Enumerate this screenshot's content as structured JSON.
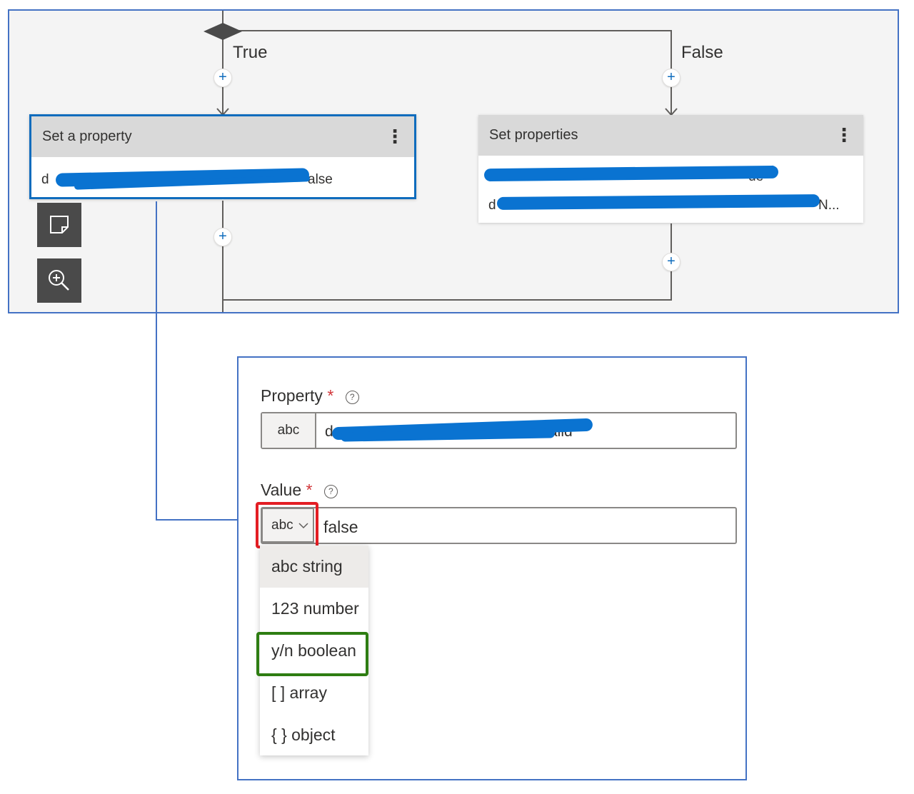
{
  "flow": {
    "true_label": "True",
    "false_label": "False",
    "left_card": {
      "title": "Set a property",
      "menu_glyph": "⋮",
      "row_start": "d",
      "row_end": "alse"
    },
    "right_card": {
      "title": "Set properties",
      "menu_glyph": "⋮",
      "row1_start": "",
      "row1_end": "ue",
      "row2_start": "d",
      "row2_end": "N..."
    },
    "add_glyph": "+",
    "side_buttons": [
      {
        "icon": "note-icon"
      },
      {
        "icon": "zoom-in-icon"
      }
    ]
  },
  "form": {
    "property": {
      "label": "Property",
      "required_mark": "*",
      "help_glyph": "?",
      "type_chip": "abc",
      "value_start": "d",
      "value_end": "alid"
    },
    "value": {
      "label": "Value",
      "required_mark": "*",
      "help_glyph": "?",
      "type_chip": "abc",
      "chevron": "﹀",
      "value": "false"
    },
    "type_options": [
      "abc string",
      "123 number",
      "y/n boolean",
      "[ ] array",
      "{ } object"
    ],
    "selected_option": "abc string",
    "highlighted_option": "y/n boolean"
  },
  "colors": {
    "frame_blue": "#4472c4",
    "highlight_red": "#e31e24",
    "highlight_green": "#2e7d12",
    "redaction_blue": "#0a73d1"
  }
}
